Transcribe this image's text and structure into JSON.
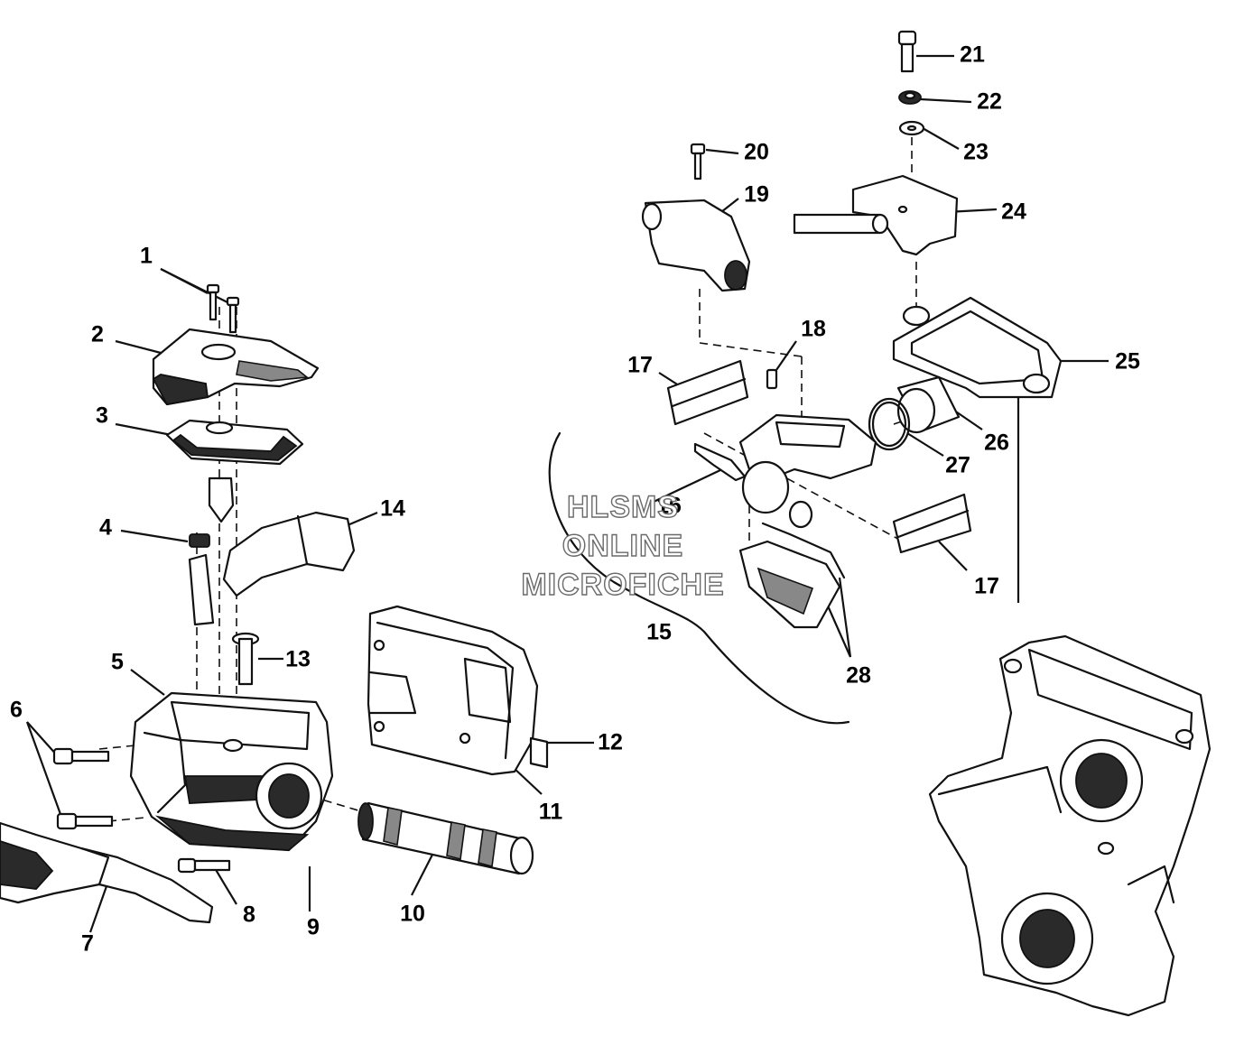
{
  "diagram": {
    "callouts": [
      "1",
      "2",
      "3",
      "4",
      "5",
      "6",
      "7",
      "8",
      "9",
      "10",
      "11",
      "12",
      "13",
      "14",
      "15",
      "16",
      "17",
      "17",
      "18",
      "19",
      "20",
      "21",
      "22",
      "23",
      "24",
      "25",
      "26",
      "27",
      "28"
    ],
    "watermark": [
      "HLSMS",
      "ONLINE",
      "MICROFICHE"
    ]
  }
}
